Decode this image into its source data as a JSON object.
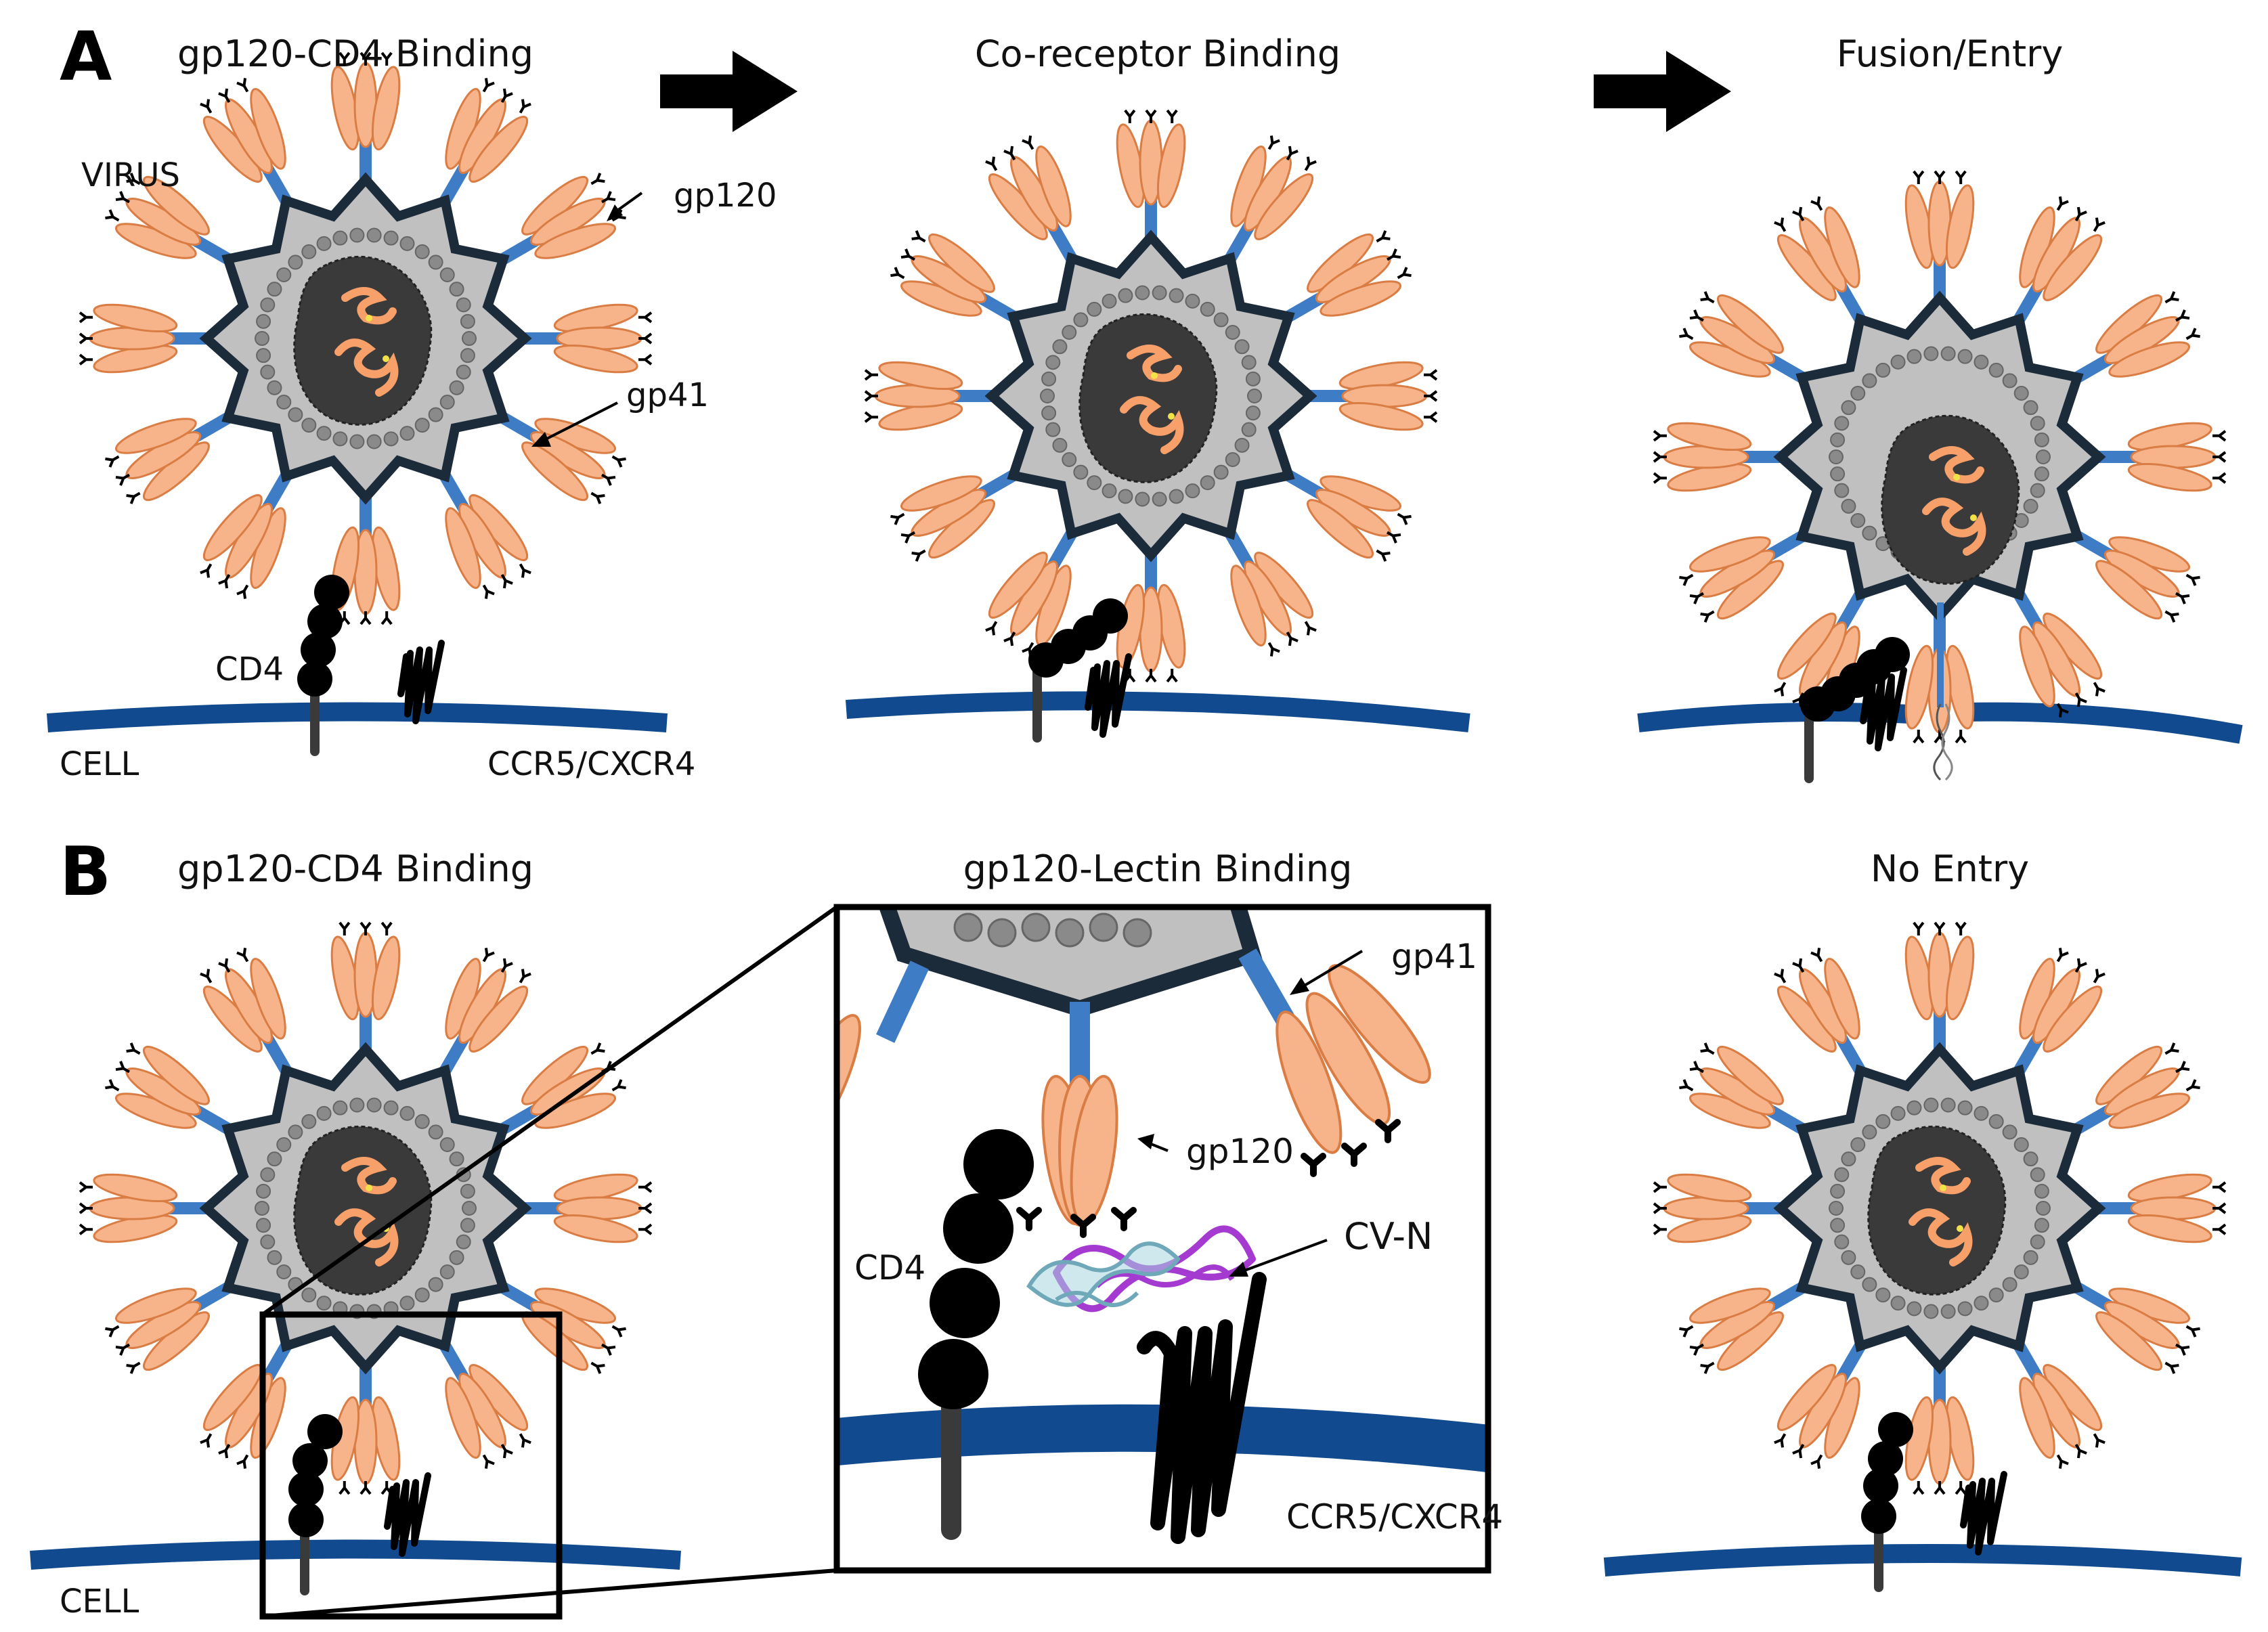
{
  "panels": {
    "a": {
      "letter": "A",
      "step1_title": "gp120-CD4 Binding",
      "step2_title": "Co-receptor Binding",
      "step3_title": "Fusion/Entry",
      "virus_label": "VIRUS",
      "gp120_label": "gp120",
      "gp41_label": "gp41",
      "cd4_label": "CD4",
      "cell_label": "CELL",
      "coreceptor_label": "CCR5/CXCR4"
    },
    "b": {
      "letter": "B",
      "step1_title": "gp120-CD4 Binding",
      "step2_title": "gp120-Lectin Binding",
      "step3_title": "No Entry",
      "cell_label": "CELL",
      "zoom_gp41_label": "gp41",
      "zoom_gp120_label": "gp120",
      "zoom_cd4_label": "CD4",
      "zoom_cvn_label": "CV-N",
      "zoom_coreceptor_label": "CCR5/CXCR4"
    }
  },
  "colors": {
    "capsid_fill": "#c0c0c0",
    "capsid_stroke": "#1c2b3a",
    "gp120_fill": "#f7b48a",
    "gp120_stroke": "#d97d45",
    "gp41": "#3e7cc5",
    "membrane": "#114a8e",
    "core": "#3a3a3a",
    "rna": "#f7a06a",
    "cvn_purple": "#a43ad0",
    "cvn_cyan": "#a7d6e0"
  }
}
